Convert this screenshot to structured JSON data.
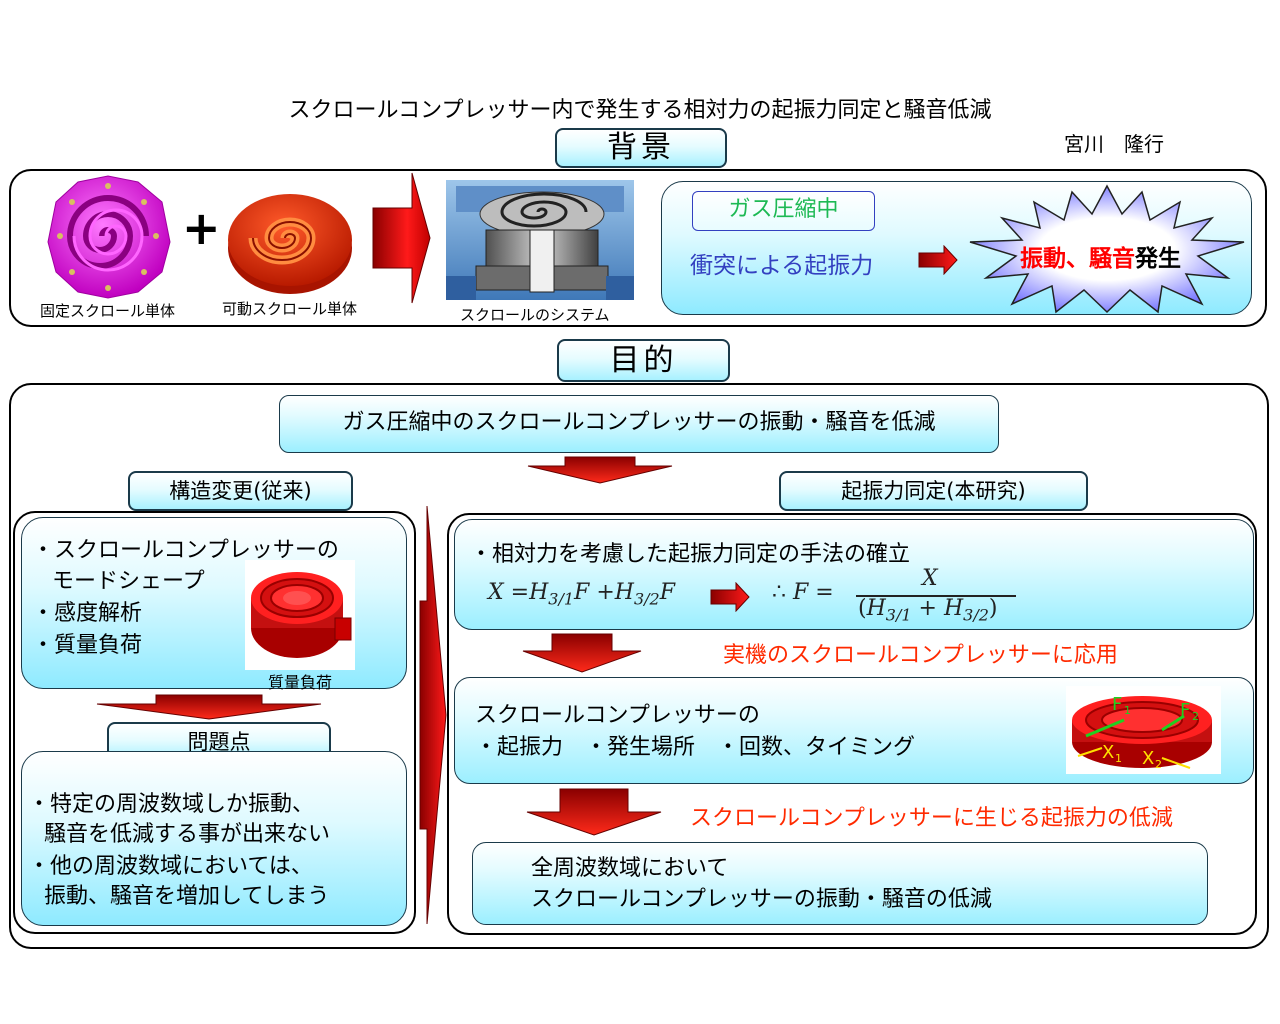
{
  "title": "スクロールコンプレッサー内で発生する相対力の起振力同定と騒音低減",
  "author": "宮川　隆行",
  "background": {
    "header": "背景",
    "fixed_scroll_label": "固定スクロール単体",
    "plus": "+",
    "orbiting_scroll_label": "可動スクロール単体",
    "system_label": "スクロールのシステム",
    "gas_label": "ガス圧縮中",
    "collision_text": "衝突による起振力",
    "result_part1": "振動",
    "result_sep": "、",
    "result_part2": "騒音",
    "result_part3": "発生"
  },
  "purpose": {
    "header": "目的",
    "goal": "ガス圧縮中のスクロールコンプレッサーの振動・騒音を低減",
    "left_header": "構造変更(従来)",
    "left_items": [
      "・スクロールコンプレッサーの",
      "モードシェープ",
      "・感度解析",
      "・質量負荷"
    ],
    "mass_label": "質量負荷",
    "problem_header": "問題点",
    "problem_items": [
      "・特定の周波数域しか振動、",
      "騒音を低減する事が出来ない",
      "・他の周波数域においては、",
      "振動、騒音を増加してしまう"
    ],
    "right_header": "起振力同定(本研究)",
    "method_text": "・相対力を考慮した起振力同定の手法の確立",
    "apply_text": "実機のスクロールコンプレッサーに応用",
    "result_line1": "スクロールコンプレッサーの",
    "result_line2": "・起振力　・発生場所　・回数、タイミング",
    "reduce_text": "スクロールコンプレッサーに生じる起振力の低減",
    "final_line1": "全周波数域において",
    "final_line2": "スクロールコンプレッサーの振動・騒音の低減",
    "force_labels": {
      "f1": "F",
      "f1_sub": "1",
      "f2": "F",
      "f2_sub": "2",
      "x1": "X",
      "x1_sub": "1",
      "x2": "X",
      "x2_sub": "2"
    }
  },
  "equation": {
    "lhs_X": "X",
    "eq": "=",
    "H": "H",
    "sub1": "3/1",
    "sub2": "3/2",
    "F": "F",
    "plus": "+",
    "therefore": "∴",
    "rhs_F": "F",
    "num": "X",
    "den_open": "(",
    "den_close": ")"
  },
  "colors": {
    "accent_red": "#ff2a00",
    "blue_text": "#3340c0",
    "green_text": "#1db954",
    "title_red": "#ff0000",
    "cyan": "#9cefff"
  }
}
